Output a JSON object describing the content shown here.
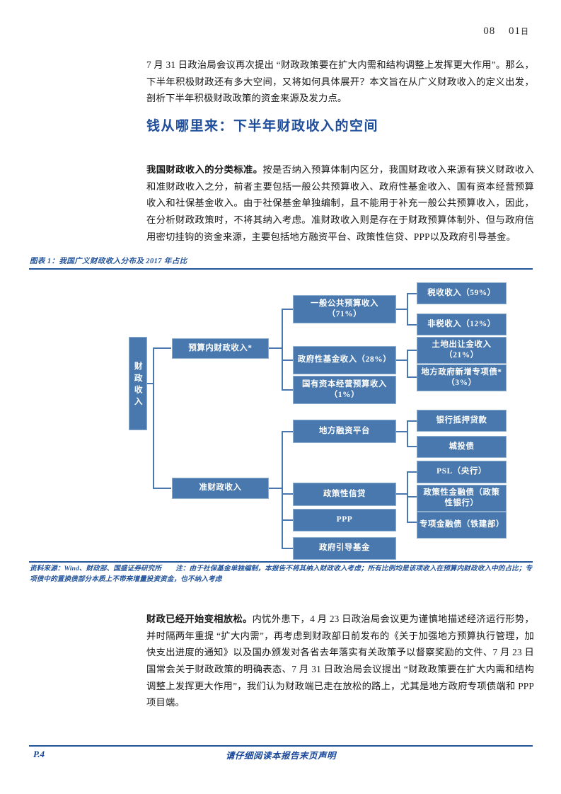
{
  "header": {
    "month": "08",
    "day": "01",
    "day_unit": "日"
  },
  "intro_paragraph": {
    "text": "7 月 31 日政治局会议再次提出 “财政政策要在扩大内需和结构调整上发挥更大作用”。那么，下半年积极财政还有多大空间，又将如何具体展开？本文旨在从广义财政收入的定义出发，剖析下半年积极财政政策的资金来源及发力点。",
    "lead_bold": "财政政策要在扩大内需和结构调整上发挥更大作用"
  },
  "section_heading": "钱从哪里来：下半年财政收入的空间",
  "classification_paragraph": {
    "lead_bold": "我国财政收入的分类标准。",
    "rest": "按是否纳入预算体制内区分，我国财政收入来源有狭义财政收入和准财政收入之分，前者主要包括一般公共预算收入、政府性基金收入、国有资本经营预算收入和社保基金收入。由于社保基金单独编制，且不能用于补充一般公共预算收入，因此，在分析财政政策时，不将其纳入考虑。准财政收入则是存在于财政预算体制外、但与政府信用密切挂钩的资金来源，主要包括地方融资平台、政策性信贷、PPP以及政府引导基金。"
  },
  "figure": {
    "caption": "图表 1：我国广义财政收入分布及 2017 年占比",
    "accent_color": "#23549c",
    "node_color": "#4878ad",
    "nodes": {
      "root": "财政收入",
      "level2": [
        {
          "id": "budget",
          "label": "预算内财政收入*"
        },
        {
          "id": "quasi",
          "label": "准财政收入"
        }
      ],
      "level3": [
        {
          "id": "general-public",
          "label": "一般公共预算收入（71%）"
        },
        {
          "id": "gov-fund",
          "label": "政府性基金收入（28%）"
        },
        {
          "id": "state-capital",
          "label": "国有资本经营预算收入（1%）"
        },
        {
          "id": "local-financing",
          "label": "地方融资平台"
        },
        {
          "id": "policy-credit",
          "label": "政策性信贷"
        },
        {
          "id": "ppp",
          "label": "PPP"
        },
        {
          "id": "gov-guide-fund",
          "label": "政府引导基金"
        }
      ],
      "level4": [
        {
          "id": "tax-revenue",
          "label": "税收收入（59%）"
        },
        {
          "id": "non-tax-revenue",
          "label": "非税收入（12%）"
        },
        {
          "id": "land-transfer",
          "label": "土地出让金收入（21%）"
        },
        {
          "id": "local-special-bond",
          "label": "地方政府新增专项债*（3%）"
        },
        {
          "id": "bank-mortgage",
          "label": "银行抵押贷款"
        },
        {
          "id": "urban-invest-bond",
          "label": "城投债"
        },
        {
          "id": "psl",
          "label": "PSL（央行）"
        },
        {
          "id": "policy-financial-bond",
          "label": "政策性金融债（政策性银行）"
        },
        {
          "id": "special-financial-bond",
          "label": "专项金融债（铁建部）"
        }
      ]
    },
    "source": "资料来源：Wind、财政部、国盛证券研究所",
    "note": "注：由于社保基金单独编制，本报告不将其纳入财政收入考虑；所有比例均是该项收入在预算内财政收入中的占比；专项债中的置换债部分本质上不带来增量投资资金，也不纳入考虑"
  },
  "conclusion_paragraph": {
    "lead_bold": "财政已经开始变相放松。",
    "rest": "内忧外患下，4 月 23 日政治局会议更为谨慎地描述经济运行形势，并时隔两年重提 “扩大内需”，再考虑到财政部日前发布的《关于加强地方预算执行管理，加快支出进度的通知》以及国办颁发对各省去年落实有关政策予以督察奖励的文件、7 月 23 日国常会关于财政政策的明确表态、7 月 31 日政治局会议提出 “财政政策要在扩大内需和结构调整上发挥更大作用”，我们认为财政端已走在放松的路上，尤其是地方政府专项债端和 PPP 项目端。"
  },
  "footer": {
    "page": "P.4",
    "disclaimer": "请仔细阅读本报告末页声明"
  },
  "chart_data": {
    "type": "table",
    "title": "我国广义财政收入分布及 2017 年占比",
    "categories": [
      "税收收入",
      "非税收入",
      "土地出让金收入",
      "地方政府新增专项债",
      "一般公共预算收入",
      "政府性基金收入",
      "国有资本经营预算收入"
    ],
    "values": [
      59,
      12,
      21,
      3,
      71,
      28,
      1
    ],
    "unit": "%",
    "note": "比例为该项收入在预算内财政收入中的占比"
  }
}
